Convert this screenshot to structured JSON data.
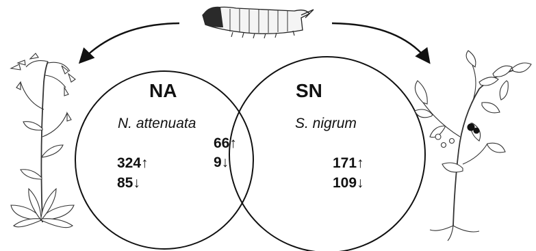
{
  "venn": {
    "left": {
      "label": "NA",
      "species": "N. attenuata",
      "up": "324↑",
      "down": "85↓"
    },
    "right": {
      "label": "SN",
      "species": "S. nigrum",
      "up": "171↑",
      "down": "109↓"
    },
    "overlap": {
      "up": "66↑",
      "down": "9↓"
    }
  },
  "illustrations": {
    "top": "caterpillar-icon",
    "left": "nicotiana-plant-icon",
    "right": "solanum-plant-icon"
  },
  "colors": {
    "line": "#111111",
    "leaf": "#ffffff",
    "caterpillar": "#2a2a2a",
    "berry": "#111111"
  }
}
